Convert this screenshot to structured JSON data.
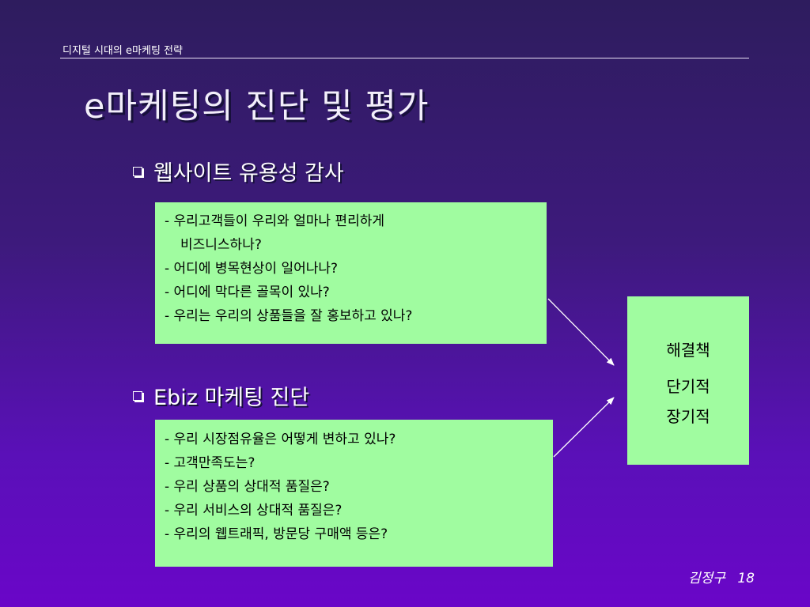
{
  "header": {
    "title": "디지털 시대의 e마케팅 전략"
  },
  "slide": {
    "title": "e마케팅의 진단 및 평가"
  },
  "sections": [
    {
      "bullet": "웹사이트 유용성 감사",
      "lines": [
        "- 우리고객들이 우리와 얼마나 편리하게",
        "비즈니스하나?",
        "- 어디에 병목현상이 일어나나?",
        "- 어디에 막다른 골목이 있나?",
        "- 우리는 우리의 상품들을 잘 홍보하고 있나?"
      ]
    },
    {
      "bullet": "Ebiz 마케팅 진단",
      "lines": [
        "- 우리 시장점유율은 어떻게 변하고 있나?",
        "- 고객만족도는?",
        "- 우리 상품의 상대적 품질은?",
        "- 우리 서비스의 상대적 품질은?",
        "- 우리의 웹트래픽, 방문당 구매액 등은?"
      ]
    }
  ],
  "solution": {
    "heading": "해결책",
    "short_term": "단기적",
    "long_term": "장기적"
  },
  "footer": {
    "author": "김정구",
    "page_number": "18"
  },
  "colors": {
    "box_fill": "#a0fca0",
    "background_top": "#2e1c5e",
    "background_bottom": "#6a06c8"
  }
}
